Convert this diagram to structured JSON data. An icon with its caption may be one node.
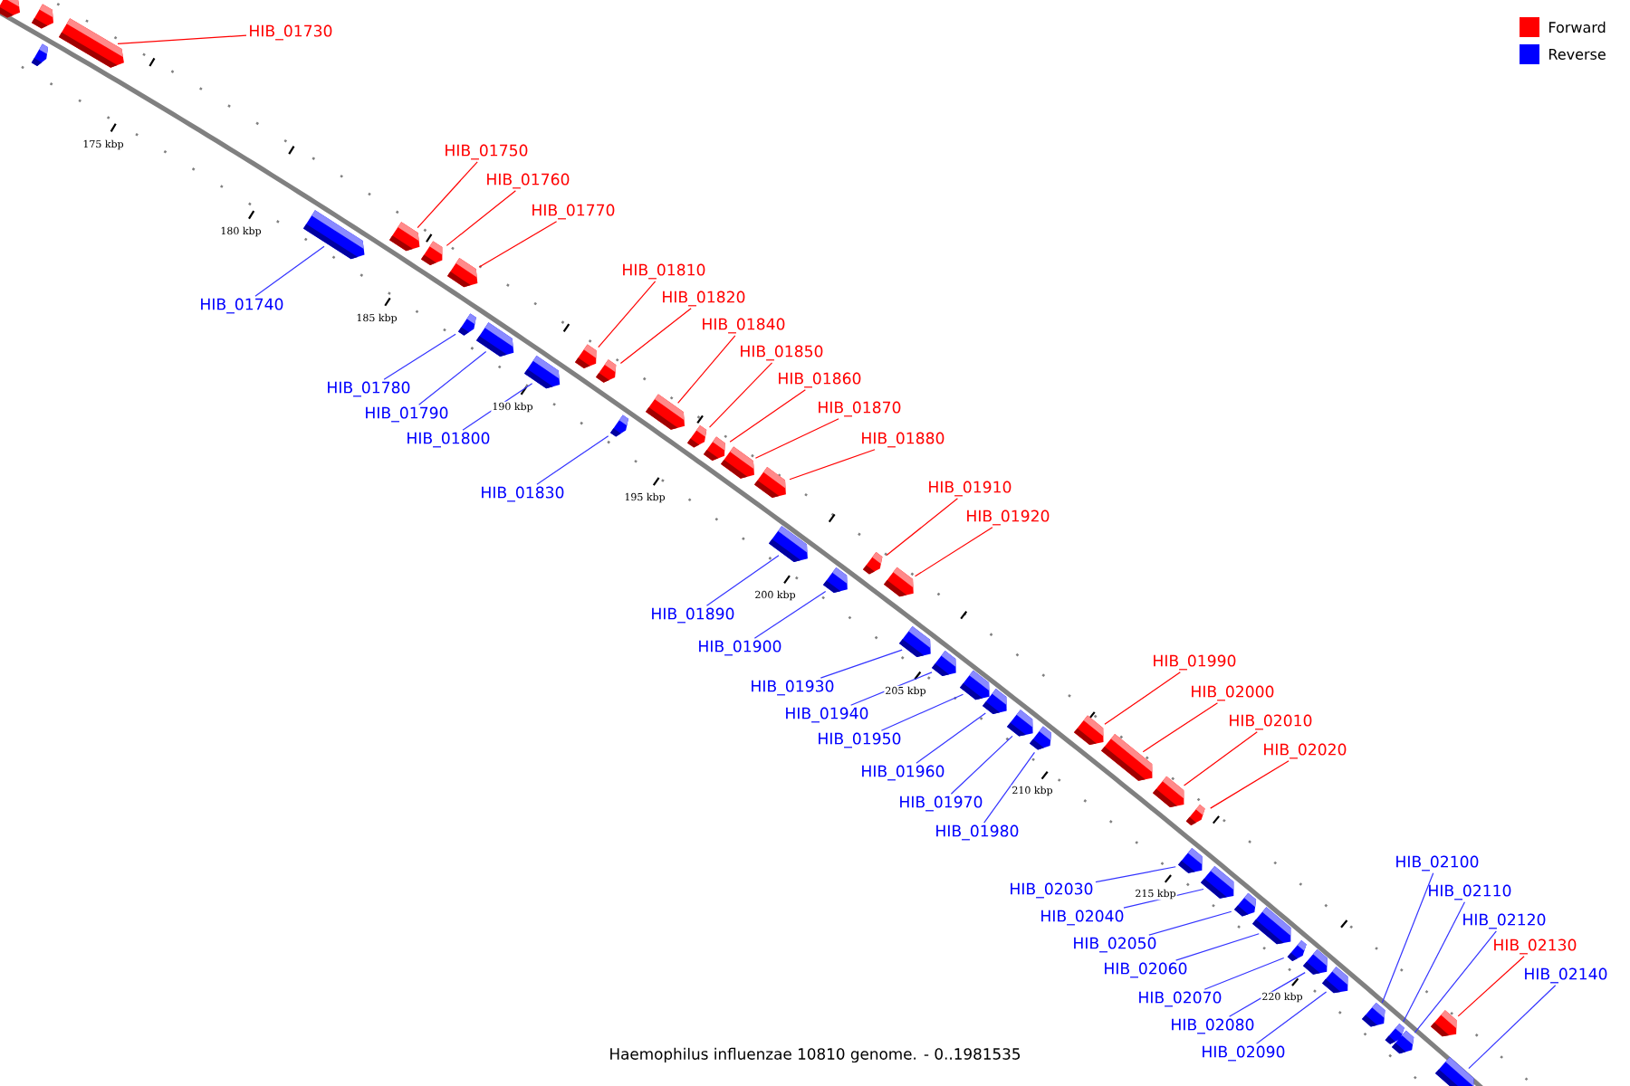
{
  "diagram": {
    "caption": "Haemophilus influenzae 10810 genome. - 0..1981535",
    "nodes": [
      {
        "text": [],
        "shape": "box"
      },
      {
        "text": [],
        "shape": "box"
      },
      {
        "text": [
          "HIB_01730"
        ]
      },
      {
        "text": [],
        "shape": "box"
      },
      {
        "text": [],
        "shape": "box"
      },
      {
        "text": [
          "HIB_01740"
        ]
      },
      {
        "text": [],
        "shape": "box"
      },
      {
        "text": [
          "HIB_01750"
        ]
      },
      {
        "text": [],
        "shape": "box"
      },
      {
        "text": [
          "HIB_01760"
        ]
      },
      {
        "text": [],
        "shape": "box"
      },
      {
        "text": [
          "HIB_01770"
        ]
      },
      {
        "text": [],
        "shape": "box"
      },
      {
        "text": [
          "HIB_01780"
        ]
      },
      {
        "text": [],
        "shape": "box"
      },
      {
        "text": [
          "HIB_01790"
        ]
      },
      {
        "text": [],
        "shape": "box"
      },
      {
        "text": [
          "HIB_01800"
        ]
      },
      {
        "text": [],
        "shape": "box"
      },
      {
        "text": [
          "HIB_01810"
        ]
      },
      {
        "text": [],
        "shape": "box"
      },
      {
        "text": [
          "HIB_01820"
        ]
      },
      {
        "text": [],
        "shape": "box"
      },
      {
        "text": [
          "HIB_01830"
        ]
      },
      {
        "text": [],
        "shape": "box"
      },
      {
        "text": [
          "HIB_01840"
        ]
      },
      {
        "text": [],
        "shape": "box"
      },
      {
        "text": [
          "HIB_01850"
        ]
      },
      {
        "text": [],
        "shape": "box"
      },
      {
        "text": [
          "HIB_01860"
        ]
      },
      {
        "text": [],
        "shape": "box"
      },
      {
        "text": [
          "HIB_01870"
        ]
      },
      {
        "text": [],
        "shape": "box"
      },
      {
        "text": [
          "HIB_01880"
        ]
      },
      {
        "text": [],
        "shape": "box"
      },
      {
        "text": [
          "HIB_01890"
        ]
      },
      {
        "text": [],
        "shape": "box"
      },
      {
        "text": [
          "HIB_01900"
        ]
      },
      {
        "text": [],
        "shape": "box"
      },
      {
        "text": [
          "HIB_01910"
        ]
      },
      {
        "text": [],
        "shape": "box"
      },
      {
        "text": [
          "HIB_01920"
        ]
      },
      {
        "text": [],
        "shape": "box"
      },
      {
        "text": [
          "HIB_01930"
        ]
      },
      {
        "text": [],
        "shape": "box"
      },
      {
        "text": [
          "HIB_01940"
        ]
      },
      {
        "text": [],
        "shape": "box"
      },
      {
        "text": [
          "HIB_01950"
        ]
      },
      {
        "text": [],
        "shape": "box"
      },
      {
        "text": [
          "HIB_01960"
        ]
      },
      {
        "text": [],
        "shape": "box"
      },
      {
        "text": [
          "HIB_01970"
        ]
      },
      {
        "text": [],
        "shape": "box"
      },
      {
        "text": [
          "HIB_01980"
        ]
      },
      {
        "text": [],
        "shape": "box"
      },
      {
        "text": [
          "HIB_01990"
        ]
      },
      {
        "text": [],
        "shape": "box"
      },
      {
        "text": [
          "HIB_02000"
        ]
      },
      {
        "text": [],
        "shape": "box"
      },
      {
        "text": [
          "HIB_02010"
        ]
      },
      {
        "text": [],
        "shape": "box"
      },
      {
        "text": [
          "HIB_02020"
        ]
      },
      {
        "text": [],
        "shape": "box"
      },
      {
        "text": [
          "HIB_02030"
        ]
      },
      {
        "text": [],
        "shape": "box"
      },
      {
        "text": [
          "HIB_02040"
        ]
      },
      {
        "text": [],
        "shape": "box"
      },
      {
        "text": [
          "HIB_02050"
        ]
      },
      {
        "text": [],
        "shape": "box"
      },
      {
        "text": [
          "HIB_02060"
        ]
      },
      {
        "text": [],
        "shape": "box"
      },
      {
        "text": [
          "HIB_02070"
        ]
      },
      {
        "text": [],
        "shape": "box"
      },
      {
        "text": [
          "HIB_02080"
        ]
      },
      {
        "text": [],
        "shape": "box"
      },
      {
        "text": [
          "HIB_02090"
        ]
      },
      {
        "text": [],
        "shape": "box"
      },
      {
        "text": [
          "HIB_02100"
        ]
      },
      {
        "text": [],
        "shape": "box"
      },
      {
        "text": [
          "HIB_02110"
        ]
      },
      {
        "text": [],
        "shape": "box"
      },
      {
        "text": [
          "HIB_02120"
        ]
      },
      {
        "text": [],
        "shape": "box"
      },
      {
        "text": [
          "HIB_02130"
        ]
      },
      {
        "text": [],
        "shape": "box"
      },
      {
        "text": [
          "HIB_02140"
        ]
      },
      {
        "text": [],
        "shape": "box"
      }
    ],
    "edges": [
      {
        "from": 2,
        "to": 3,
        "arrow": "none",
        "color": "#ff0000"
      },
      {
        "from": 5,
        "to": 6,
        "arrow": "none"
      },
      {
        "from": 7,
        "to": 8,
        "arrow": "none",
        "color": "#ff0000"
      },
      {
        "from": 9,
        "to": 10,
        "arrow": "none",
        "color": "#ff0000"
      },
      {
        "from": 11,
        "to": 12,
        "arrow": "none",
        "color": "#ff0000"
      },
      {
        "from": 13,
        "to": 14,
        "arrow": "none"
      },
      {
        "from": 15,
        "to": 16,
        "arrow": "none"
      },
      {
        "from": 17,
        "to": 18,
        "arrow": "none"
      },
      {
        "from": 19,
        "to": 20,
        "arrow": "none",
        "color": "#ff0000"
      },
      {
        "from": 21,
        "to": 22,
        "arrow": "none",
        "color": "#ff0000"
      },
      {
        "from": 23,
        "to": 24,
        "arrow": "none"
      },
      {
        "from": 25,
        "to": 26,
        "arrow": "none",
        "color": "#ff0000"
      },
      {
        "from": 27,
        "to": 28,
        "arrow": "none",
        "color": "#ff0000"
      },
      {
        "from": 29,
        "to": 30,
        "arrow": "none",
        "color": "#ff0000"
      },
      {
        "from": 31,
        "to": 32,
        "arrow": "none",
        "color": "#ff0000"
      },
      {
        "from": 33,
        "to": 34,
        "arrow": "none",
        "color": "#ff0000"
      },
      {
        "from": 35,
        "to": 36,
        "arrow": "none"
      },
      {
        "from": 37,
        "to": 38,
        "arrow": "none"
      },
      {
        "from": 39,
        "to": 40,
        "arrow": "none",
        "color": "#ff0000"
      },
      {
        "from": 41,
        "to": 42,
        "arrow": "none",
        "color": "#ff0000"
      },
      {
        "from": 43,
        "to": 44,
        "arrow": "none"
      },
      {
        "from": 45,
        "to": 46,
        "arrow": "none"
      },
      {
        "from": 47,
        "to": 48,
        "arrow": "none"
      },
      {
        "from": 49,
        "to": 50,
        "arrow": "none"
      },
      {
        "from": 51,
        "to": 52,
        "arrow": "none"
      },
      {
        "from": 53,
        "to": 54,
        "arrow": "none"
      },
      {
        "from": 55,
        "to": 56,
        "arrow": "none",
        "color": "#ff0000"
      },
      {
        "from": 57,
        "to": 58,
        "arrow": "none",
        "color": "#ff0000"
      },
      {
        "from": 59,
        "to": 60,
        "arrow": "none",
        "color": "#ff0000"
      },
      {
        "from": 61,
        "to": 62,
        "arrow": "none",
        "color": "#ff0000"
      },
      {
        "from": 63,
        "to": 64,
        "arrow": "none"
      },
      {
        "from": 65,
        "to": 66,
        "arrow": "none"
      },
      {
        "from": 67,
        "to": 68,
        "arrow": "none"
      },
      {
        "from": 69,
        "to": 70,
        "arrow": "none"
      },
      {
        "from": 71,
        "to": 72,
        "arrow": "none"
      },
      {
        "from": 73,
        "to": 74,
        "arrow": "none"
      },
      {
        "from": 75,
        "to": 76,
        "arrow": "none"
      },
      {
        "from": 77,
        "to": 78,
        "arrow": "none"
      },
      {
        "from": 79,
        "to": 80,
        "arrow": "none"
      },
      {
        "from": 81,
        "to": 82,
        "arrow": "none"
      },
      {
        "from": 83,
        "to": 84,
        "arrow": "none",
        "color": "#ff0000"
      },
      {
        "from": 85,
        "to": 86,
        "arrow": "none"
      }
    ],
    "labels": [
      "175 kbp",
      "180 kbp",
      "185 kbp",
      "190 kbp",
      "195 kbp",
      "200 kbp",
      "205 kbp",
      "210 kbp",
      "215 kbp",
      "220 kbp"
    ],
    "legend": [
      {
        "text": "Forward",
        "color": "#ff0000"
      },
      {
        "text": "Reverse",
        "color": "#0000ff"
      }
    ]
  }
}
